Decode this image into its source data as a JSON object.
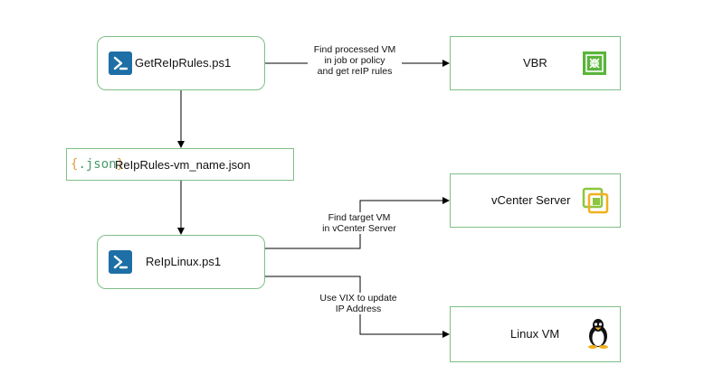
{
  "nodes": {
    "get_reip_rules": {
      "label": "GetReIpRules.ps1",
      "icon": "powershell-icon"
    },
    "vbr": {
      "label": "VBR",
      "icon": "veeam-icon"
    },
    "json_file": {
      "label": "ReIpRules-vm_name.json",
      "icon_text": ".json"
    },
    "vcenter": {
      "label": "vCenter Server",
      "icon": "vcenter-icon"
    },
    "reip_linux": {
      "label": "ReIpLinux.ps1",
      "icon": "powershell-icon"
    },
    "linux_vm": {
      "label": "Linux VM",
      "icon": "tux-icon"
    }
  },
  "edges": {
    "to_vbr": {
      "line1": "Find processed VM",
      "line2": "in job or policy",
      "line3": "and get reIP rules"
    },
    "to_vcenter": {
      "line1": "Find target VM",
      "line2": "in vCenter Server"
    },
    "to_linux": {
      "line1": "Use VIX to update",
      "line2": "IP Address"
    }
  },
  "colors": {
    "border": "#7fbf86",
    "powershell": "#1d6fa5",
    "veeam": "#5ab53a",
    "vcenter": "#8cc63f"
  }
}
